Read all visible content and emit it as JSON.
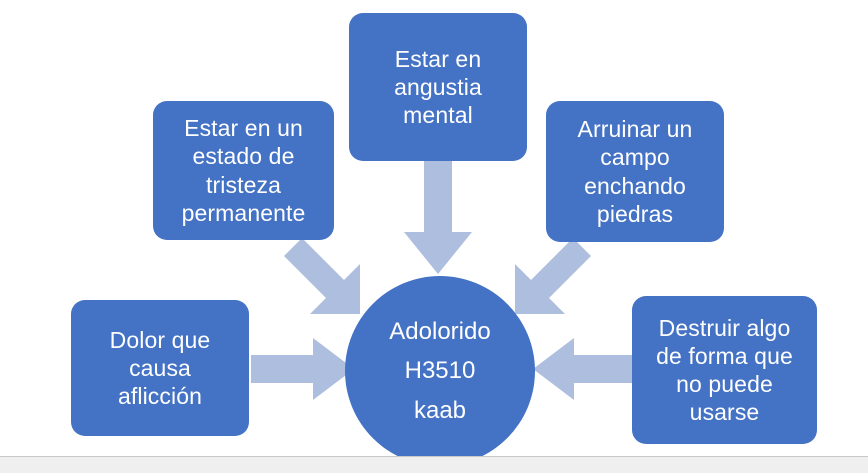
{
  "diagram": {
    "type": "radial-concept-map",
    "center": {
      "name": "center-node",
      "lines": [
        "Adolorido",
        "H3510",
        "kaab"
      ],
      "shape": "circle",
      "fill_color": "#4472C4",
      "text_color": "#FFFFFF"
    },
    "nodes": [
      {
        "id": "top-left",
        "label": "Estar en un\nestado de\ntristeza\npermanente",
        "shape": "rounded-rect",
        "fill_color": "#4472C4"
      },
      {
        "id": "top-center",
        "label": "Estar en\nangustia\nmental",
        "shape": "rounded-rect",
        "fill_color": "#4472C4"
      },
      {
        "id": "top-right",
        "label": "Arruinar un\ncampo\nenchando\npiedras",
        "shape": "rounded-rect",
        "fill_color": "#4472C4"
      },
      {
        "id": "left",
        "label": "Dolor que\ncausa\naflicción",
        "shape": "rounded-rect",
        "fill_color": "#4472C4"
      },
      {
        "id": "right",
        "label": "Destruir algo\nde forma que\nno puede\nusarse",
        "shape": "rounded-rect",
        "fill_color": "#4472C4"
      }
    ],
    "arrows": [
      {
        "id": "top-left-diagonal",
        "from": "top-left",
        "to": "center",
        "direction": "down-right",
        "fill_color": "#AEBEDE"
      },
      {
        "id": "top-center-down",
        "from": "top-center",
        "to": "center",
        "direction": "down",
        "fill_color": "#AEBEDE"
      },
      {
        "id": "top-right-diagonal",
        "from": "top-right",
        "to": "center",
        "direction": "down-left",
        "fill_color": "#AEBEDE"
      },
      {
        "id": "left-right",
        "from": "left",
        "to": "center",
        "direction": "right",
        "fill_color": "#AEBEDE"
      },
      {
        "id": "right-left",
        "from": "right",
        "to": "center",
        "direction": "left",
        "fill_color": "#AEBEDE"
      }
    ],
    "background_color": "#FFFFFF",
    "bottom_strip_color": "#EFEFEF",
    "divider_color": "#C8C8C8"
  }
}
